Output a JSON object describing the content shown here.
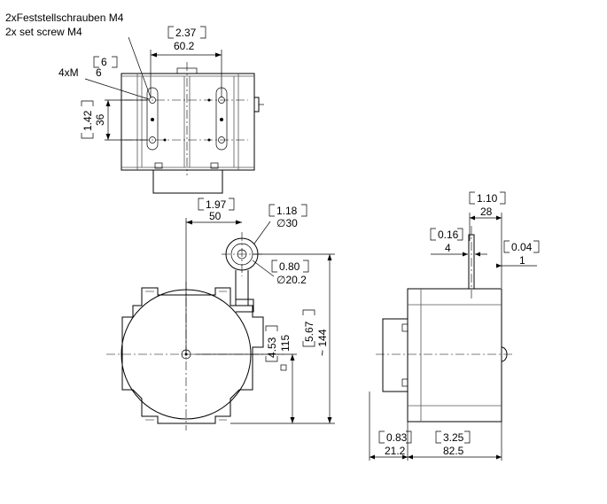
{
  "notes": {
    "set_screw_de": "2xFeststellschrauben M4",
    "set_screw_en": "2x set screw M4",
    "thread_count": "4xM",
    "thread_inch": "6",
    "thread_mm": "6"
  },
  "top_view": {
    "width_inch": "2.37",
    "width_mm": "60.2",
    "hole_spacing_inch": "1.42",
    "hole_spacing_mm": "36"
  },
  "front_view": {
    "offset_inch": "1.97",
    "offset_mm": "50",
    "pulley_dia_inch": "1.18",
    "pulley_dia_mm": "∅30",
    "hub_dia_inch": "0.80",
    "hub_dia_mm": "∅20.2",
    "center_height_inch": "4.53",
    "center_height_mm": "115",
    "total_height_inch": "5.67",
    "total_height_mm": "~ 144"
  },
  "side_view": {
    "shaft_len_inch": "1.10",
    "shaft_len_mm": "28",
    "shaft_dia_inch": "0.16",
    "shaft_dia_mm": "4",
    "collar_inch": "0.04",
    "collar_mm": "1",
    "flange_depth_inch": "0.83",
    "flange_depth_mm": "21.2",
    "body_len_inch": "3.25",
    "body_len_mm": "82.5"
  }
}
